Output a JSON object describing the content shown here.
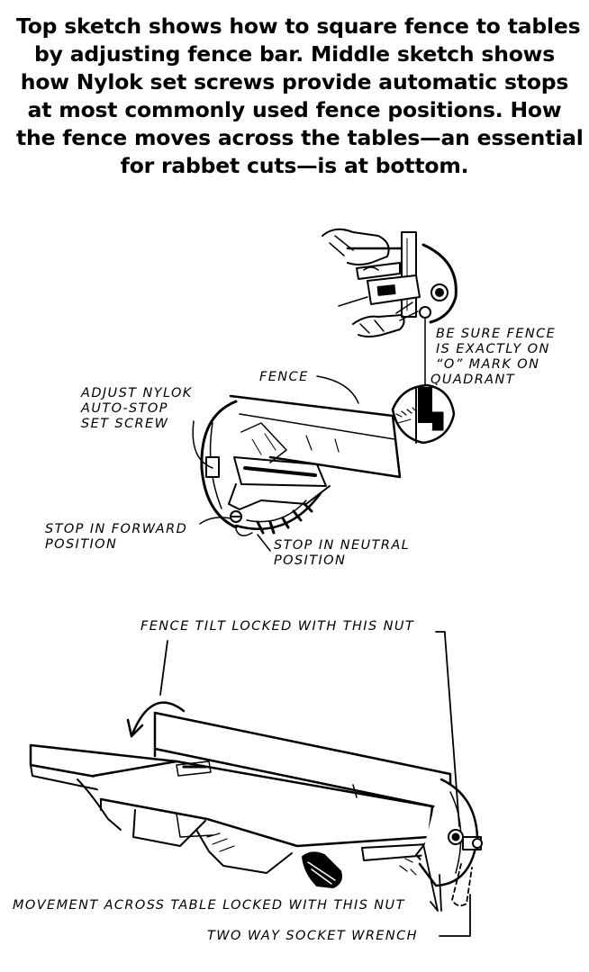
{
  "caption": {
    "lines": [
      "Top sketch shows how to square fence to tables",
      "by adjusting fence bar. Middle sketch shows",
      "how Nylok set screws provide automatic stops",
      "at most commonly used fence positions. How",
      "the fence moves across the tables—an essential",
      "for rabbet cuts—is at bottom."
    ]
  },
  "labels": {
    "be_sure_1": "BE SURE FENCE",
    "be_sure_2": "IS EXACTLY ON",
    "be_sure_3": "“O” MARK ON",
    "be_sure_4": "QUADRANT",
    "fence": "FENCE",
    "adjust_1": "ADJUST NYLOK",
    "adjust_2": "AUTO-STOP",
    "adjust_3": "SET SCREW",
    "stop_fwd_1": "STOP IN FORWARD",
    "stop_fwd_2": "POSITION",
    "stop_neu_1": "STOP IN NEUTRAL",
    "stop_neu_2": "POSITION",
    "tilt": "FENCE TILT LOCKED WITH THIS NUT",
    "movement": "MOVEMENT ACROSS TABLE LOCKED WITH THIS NUT",
    "wrench": "TWO WAY SOCKET WRENCH"
  },
  "colors": {
    "ink": "#000000",
    "paper": "#ffffff"
  }
}
